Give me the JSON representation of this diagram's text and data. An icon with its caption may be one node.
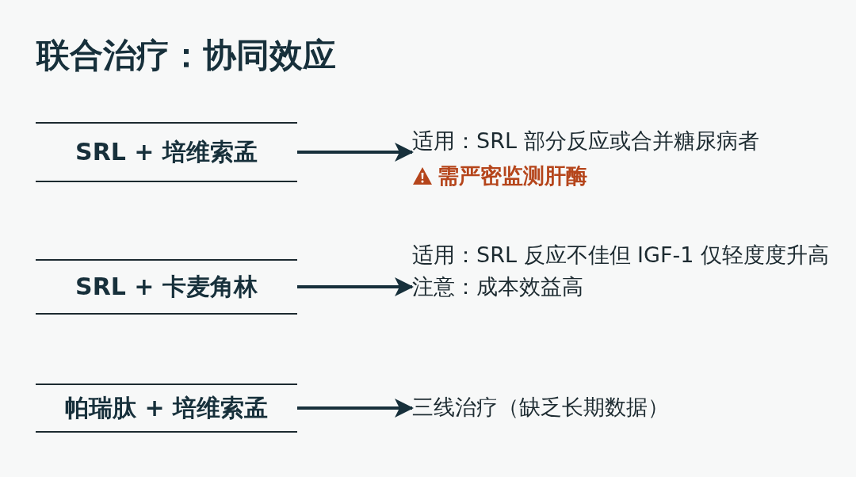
{
  "diagram": {
    "title": "联合治疗：协同效应",
    "nodes": [
      {
        "text": [
          "SRL + 培维索孟"
        ]
      },
      {
        "text": [
          "适用：SRL 部分反应或合并糖尿病者",
          "需严密监测肝酶"
        ]
      },
      {
        "text": [
          "SRL + 卡麦角林"
        ]
      },
      {
        "text": [
          "适用：SRL 反应不佳但 IGF-1 仅轻度度升高",
          "注意：成本效益高"
        ]
      },
      {
        "text": [
          "帕瑞肽 + 培维索孟"
        ]
      },
      {
        "text": [
          "三线治疗（缺乏长期数据）"
        ]
      }
    ],
    "edges": [
      {
        "from": 0,
        "to": 1,
        "arrow": "to"
      },
      {
        "from": 2,
        "to": 3,
        "arrow": "to"
      },
      {
        "from": 4,
        "to": 5,
        "arrow": "to"
      }
    ]
  }
}
